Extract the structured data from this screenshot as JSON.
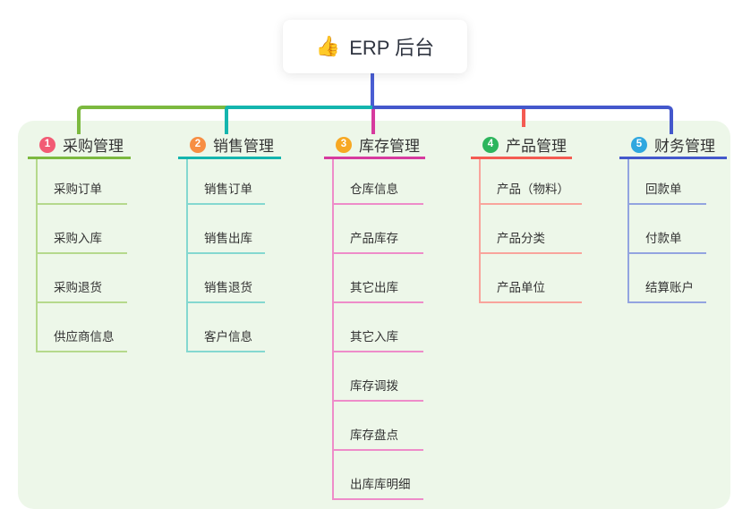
{
  "root": {
    "icon": "👍",
    "label": "ERP 后台"
  },
  "colors": {
    "panel": "#EDF7E9",
    "root_stem": "#4A5ED3",
    "text": "#333333",
    "card_bg": "#FFFFFF"
  },
  "branches": [
    {
      "num": "1",
      "title": "采购管理",
      "badge_color": "#F25B74",
      "accent": "#7CB93F",
      "light": "#B5D98C",
      "children": [
        "采购订单",
        "采购入库",
        "采购退货",
        "供应商信息"
      ]
    },
    {
      "num": "2",
      "title": "销售管理",
      "badge_color": "#F78E43",
      "accent": "#14B5AE",
      "light": "#84D8D0",
      "children": [
        "销售订单",
        "销售出库",
        "销售退货",
        "客户信息"
      ]
    },
    {
      "num": "3",
      "title": "库存管理",
      "badge_color": "#F7A823",
      "accent": "#D63A9E",
      "light": "#EE8CC9",
      "children": [
        "仓库信息",
        "产品库存",
        "其它出库",
        "其它入库",
        "库存调拨",
        "库存盘点",
        "出库库明细"
      ]
    },
    {
      "num": "4",
      "title": "产品管理",
      "badge_color": "#2DB55D",
      "accent": "#F45B52",
      "light": "#F9A49C",
      "children": [
        "产品（物料）",
        "产品分类",
        "产品单位"
      ]
    },
    {
      "num": "5",
      "title": "财务管理",
      "badge_color": "#2FA7DF",
      "accent": "#4458CC",
      "light": "#93A4E0",
      "children": [
        "回款单",
        "付款单",
        "结算账户"
      ]
    }
  ]
}
